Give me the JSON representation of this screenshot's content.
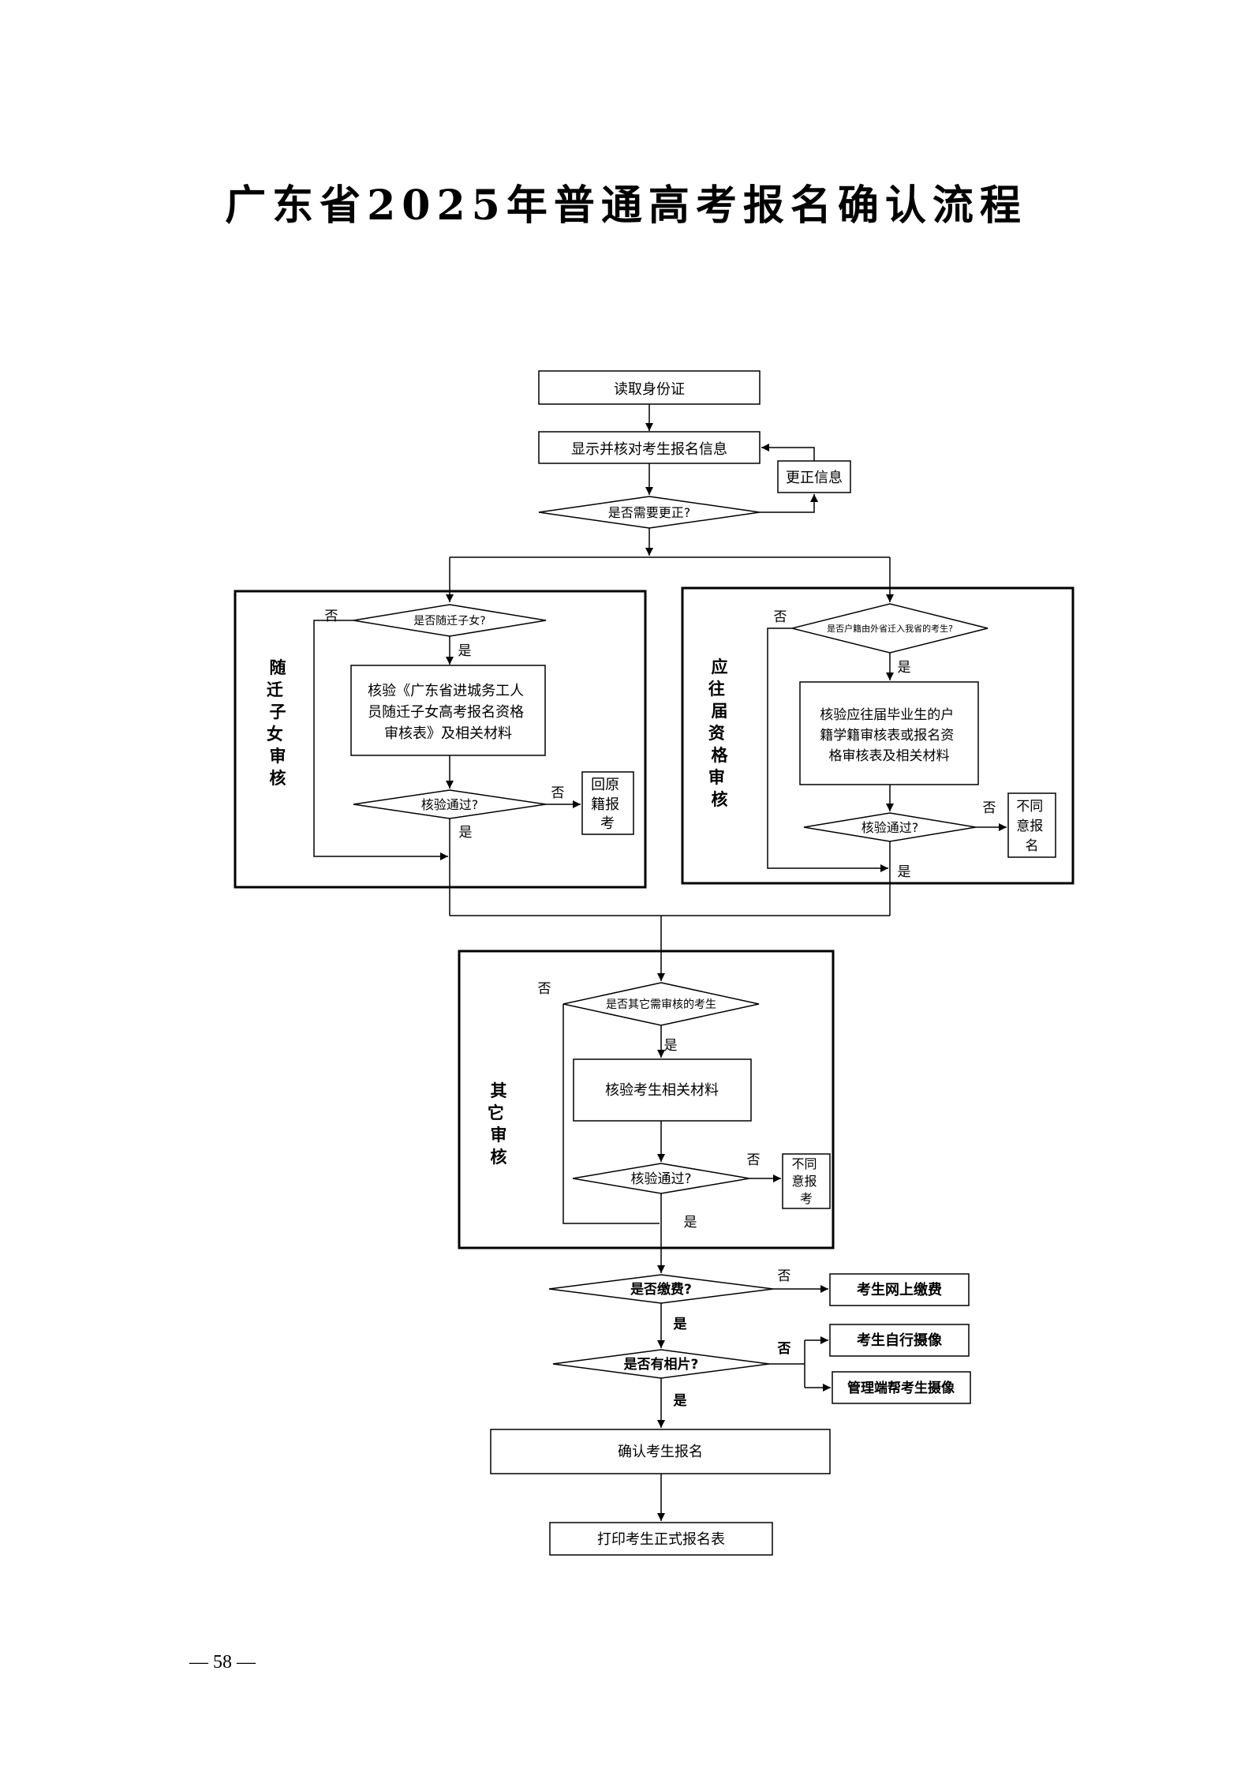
{
  "title": "广东省2025年普通高考报名确认流程",
  "page_number": "— 58 —",
  "flow": {
    "read_id": "读取身份证",
    "show_info": "显示并核对考生报名信息",
    "correct_info": "更正信息",
    "need_correct": "是否需要更正?",
    "migrant": {
      "label": "随迁子女审核",
      "question": "是否随迁子女?",
      "verify_lines": [
        "核验《广东省进城务工人",
        "员随迁子女高考报名资格",
        "审核表》及相关材料"
      ],
      "pass_question": "核验通过?",
      "fail_lines": [
        "回原",
        "籍报",
        "考"
      ]
    },
    "graduate": {
      "label": "应往届资格审核",
      "question": "是否户籍由外省迁入我省的考生?",
      "verify_lines": [
        "核验应往届毕业生的户",
        "籍学籍审核表或报名资",
        "格审核表及相关材料"
      ],
      "pass_question": "核验通过?",
      "fail_lines": [
        "不同",
        "意报",
        "名"
      ]
    },
    "other": {
      "label": "其它审核",
      "question": "是否其它需审核的考生",
      "verify": "核验考生相关材料",
      "pass_question": "核验通过?",
      "fail_lines": [
        "不同",
        "意报",
        "考"
      ]
    },
    "paid_question": "是否缴费?",
    "pay_online": "考生网上缴费",
    "photo_question": "是否有相片?",
    "self_photo": "考生自行摄像",
    "admin_photo": "管理端帮考生摄像",
    "confirm": "确认考生报名",
    "print": "打印考生正式报名表",
    "yes": "是",
    "no": "否"
  }
}
